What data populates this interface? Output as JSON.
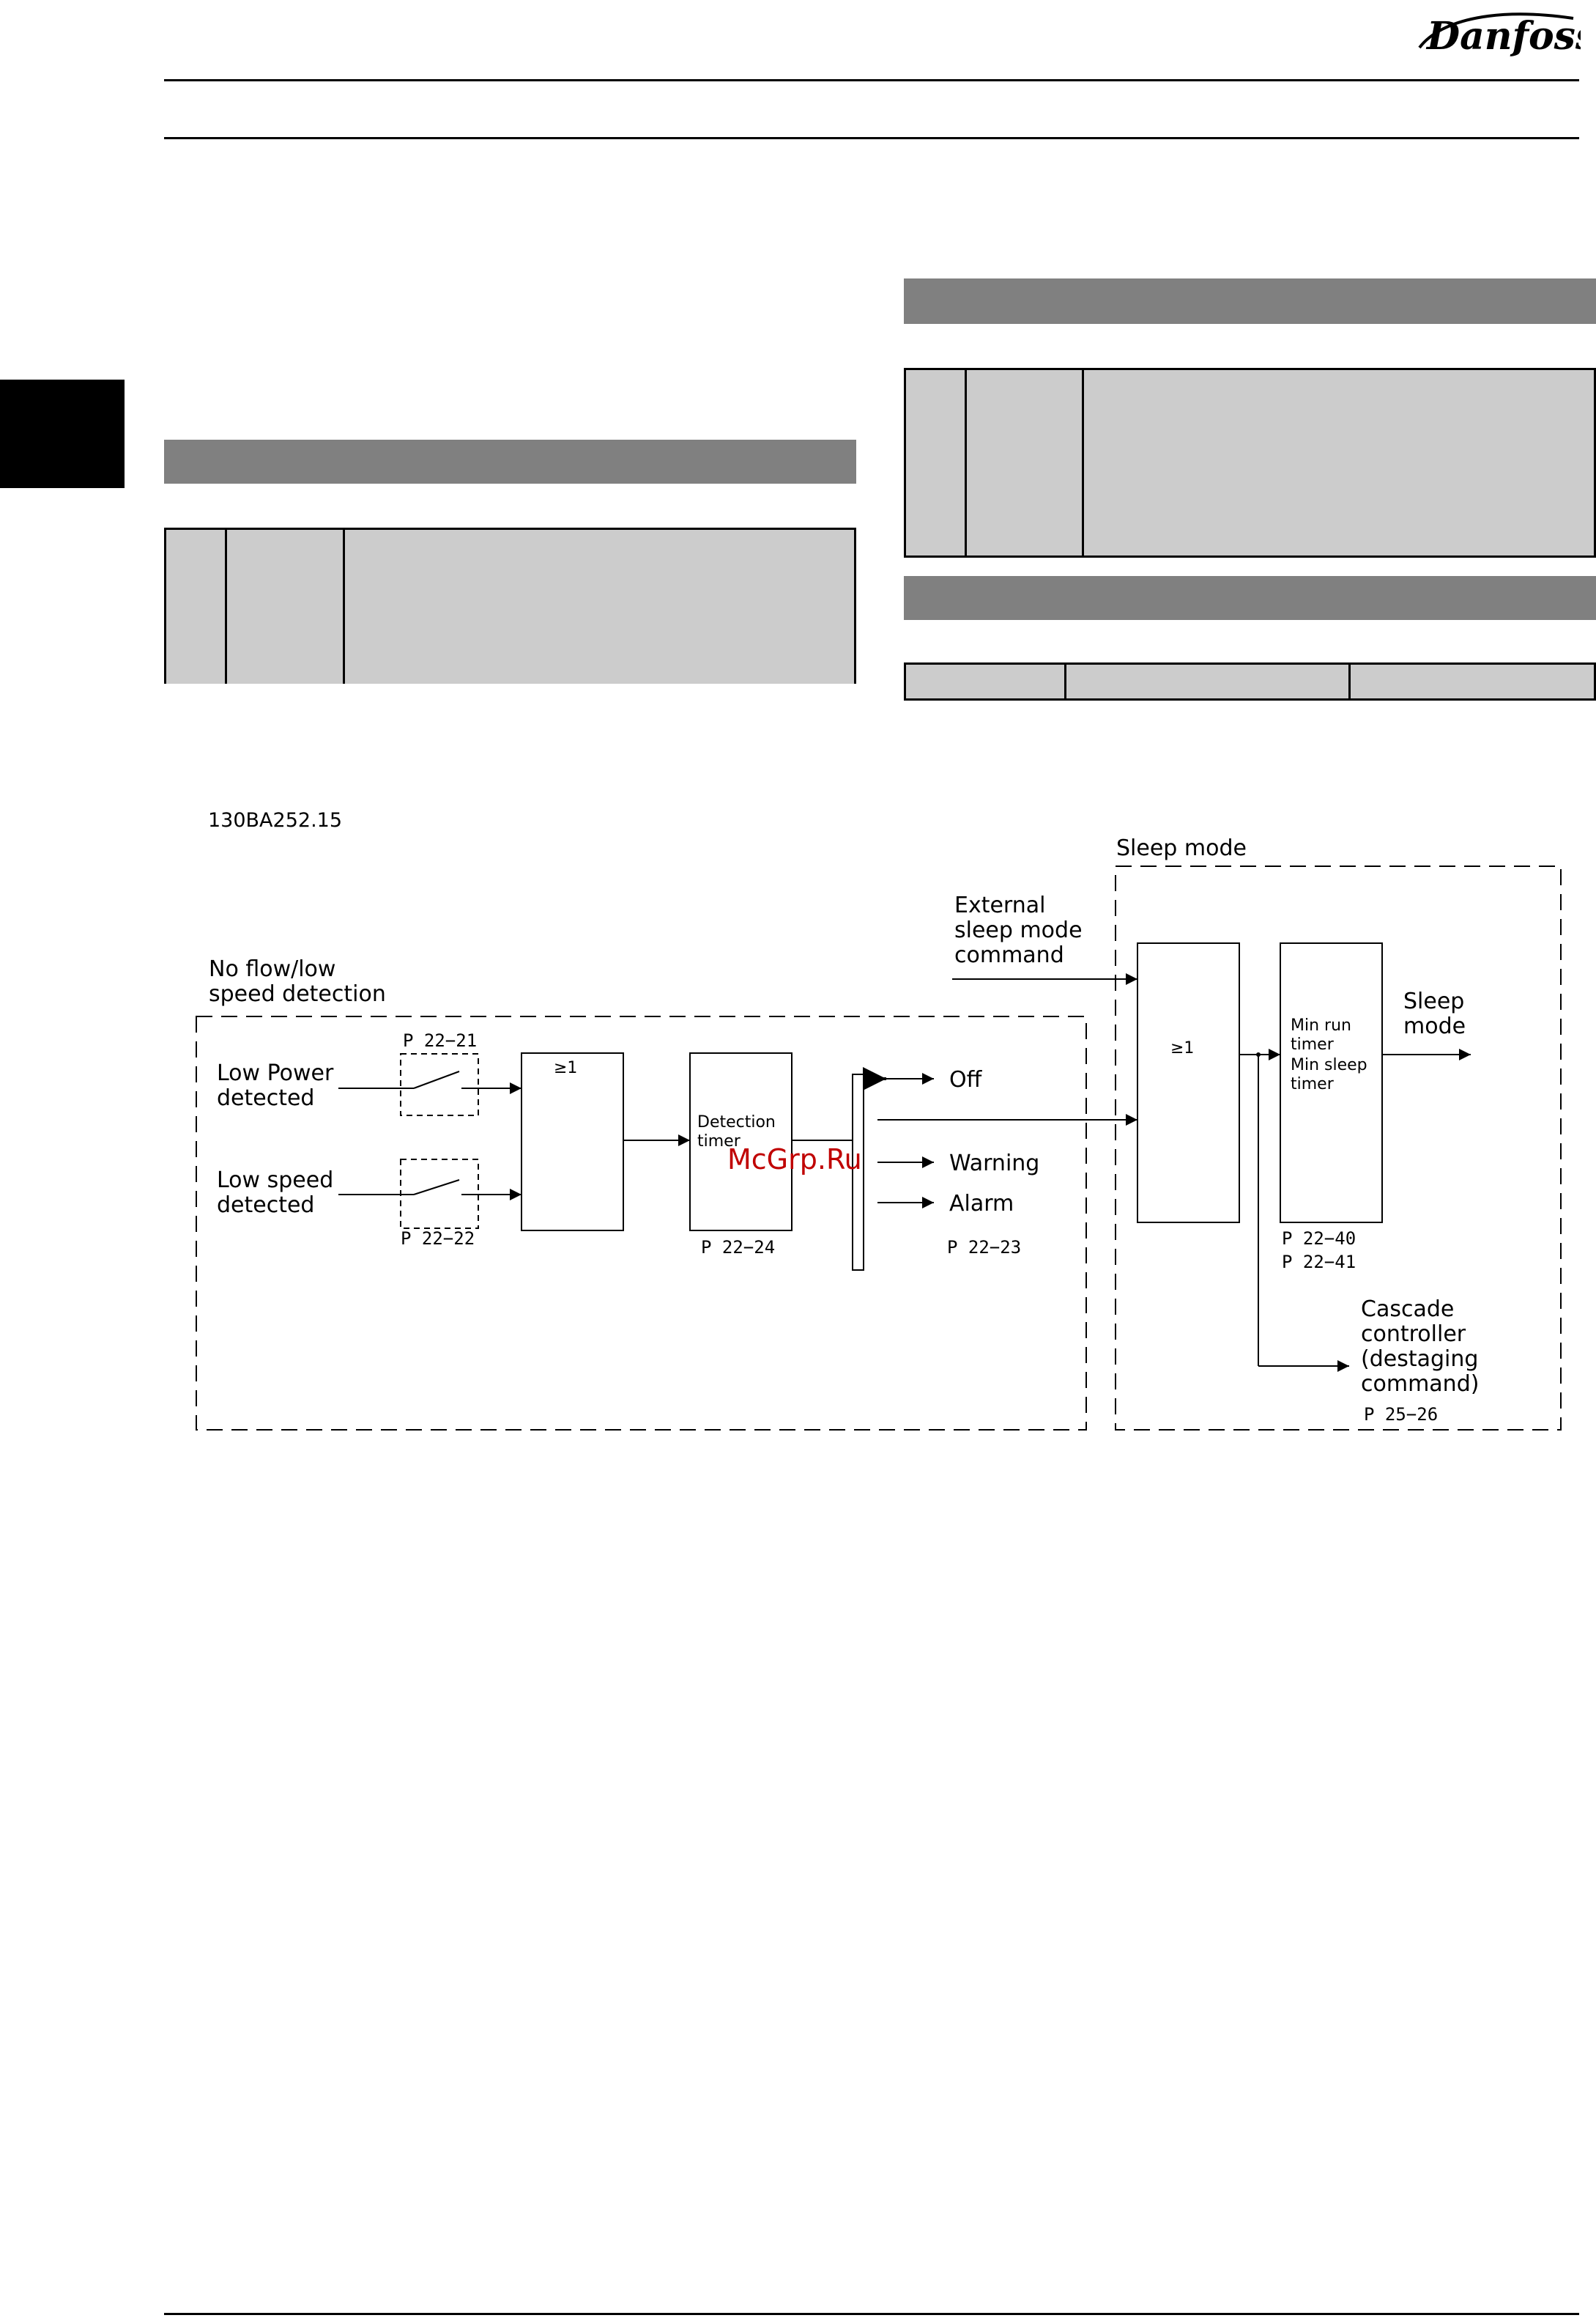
{
  "header": {
    "brand": "Danfoss"
  },
  "diagram": {
    "figure_id": "130BA252.15",
    "no_flow_group": [
      "No flow/low",
      "speed detection"
    ],
    "sleep_group": "Sleep mode",
    "low_power": [
      "Low Power",
      "detected"
    ],
    "low_speed": [
      "Low speed",
      "detected"
    ],
    "p2221": "P 22−21",
    "p2222": "P 22−22",
    "or1": "≥1",
    "detection_timer": [
      "Detection",
      "timer"
    ],
    "p2224": "P 22−24",
    "off": "Off",
    "warning": "Warning",
    "alarm": "Alarm",
    "p2223": "P 22−23",
    "external": [
      "External",
      "sleep mode",
      "command"
    ],
    "or2": "≥1",
    "timers": [
      "Min run",
      "timer",
      "Min sleep",
      "timer"
    ],
    "p2240": "P 22−40",
    "p2241": "P 22−41",
    "sleep_out": [
      "Sleep",
      "mode"
    ],
    "cascade": [
      "Cascade",
      "controller",
      "(destaging",
      "command)"
    ],
    "p2526": "P 25−26",
    "watermark": "McGrp.Ru"
  }
}
